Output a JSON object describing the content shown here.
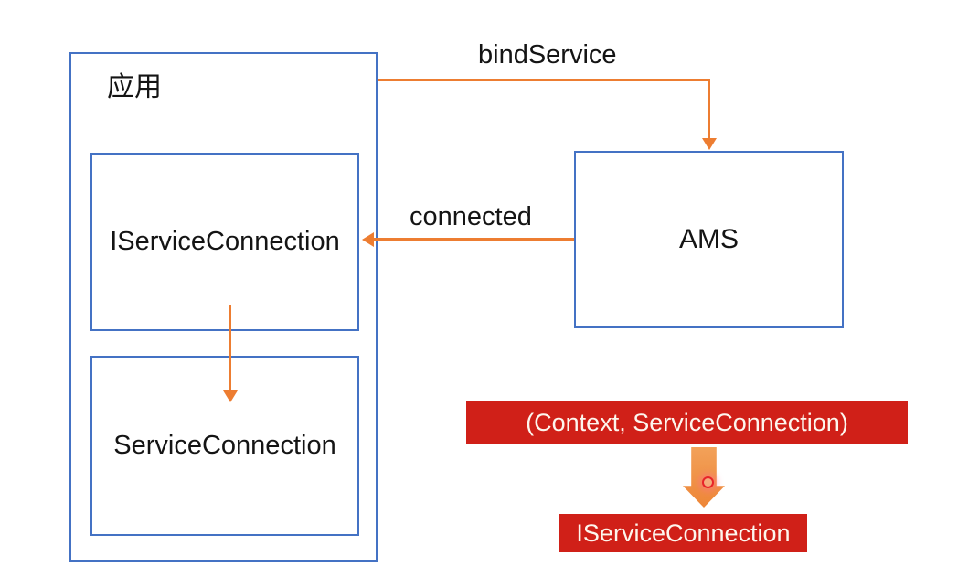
{
  "diagram": {
    "app_box_label": "应用",
    "iserviceconnection_box_label": "IServiceConnection",
    "serviceconnection_box_label": "ServiceConnection",
    "ams_box_label": "AMS",
    "bindservice_arrow_label": "bindService",
    "connected_arrow_label": "connected",
    "context_banner_label": "(Context, ServiceConnection)",
    "iserviceconnection_banner_label": "IServiceConnection"
  },
  "colors": {
    "box_border_blue": "#4472c4",
    "arrow_orange": "#ed7d31",
    "banner_red": "#d02018",
    "text_dark": "#141414",
    "banner_text": "#fdf6ee",
    "background": "#ffffff"
  }
}
